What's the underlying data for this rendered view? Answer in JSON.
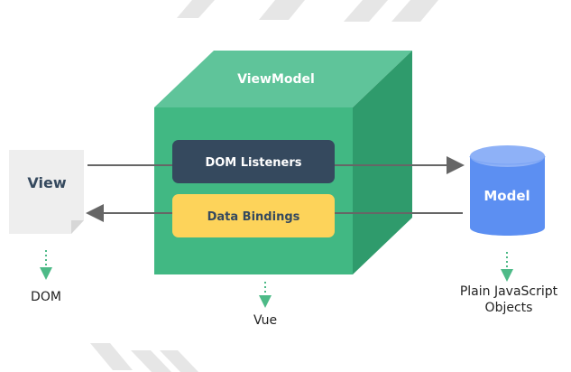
{
  "diagram": {
    "cube_title": "ViewModel",
    "inner_buttons": {
      "dom_listeners": "DOM Listeners",
      "data_bindings": "Data Bindings"
    },
    "view": {
      "label": "View",
      "caption": "DOM"
    },
    "model": {
      "label": "Model",
      "caption_line1": "Plain JavaScript",
      "caption_line2": "Objects"
    },
    "bottom_caption": "Vue",
    "colors": {
      "cube_front": "#41B883",
      "cube_top": "#5FC49A",
      "cube_side": "#2F9B6C",
      "dom_listeners_bg": "#35495E",
      "data_bindings_bg": "#FDD35A",
      "view_page": "#EEEEEE",
      "view_fold": "#D7D7D7",
      "model_blue": "#5C8FF2",
      "model_top": "#8EB1F7",
      "arrow": "#666666",
      "dotted_green": "#4DBA87",
      "watermark": "#D9D9D9"
    }
  }
}
